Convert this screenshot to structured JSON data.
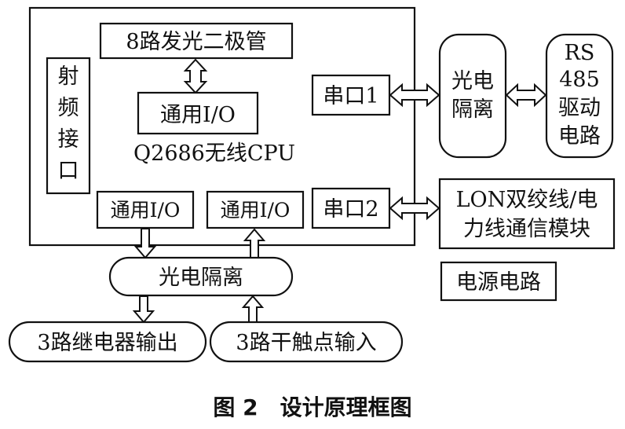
{
  "diagram": {
    "cpu_label": "Q2686无线CPU",
    "led_label": "8路发光二极管",
    "gpio_top": "通用I/O",
    "gpio_left": "通用I/O",
    "gpio_mid": "通用I/O",
    "rf": [
      "射",
      "频",
      "接",
      "口"
    ],
    "uart1": "串口1",
    "uart2": "串口2",
    "opto_right": [
      "光电",
      "隔离"
    ],
    "rs485": [
      "RS",
      "485",
      "驱动",
      "电路"
    ],
    "lon": [
      "LON双绞线/电",
      "力线通信模块"
    ],
    "power": "电源电路",
    "opto_bottom": "光电隔离",
    "relay": "3路继电器输出",
    "contact": "3路干触点输入"
  },
  "caption": "图 2　设计原理框图"
}
